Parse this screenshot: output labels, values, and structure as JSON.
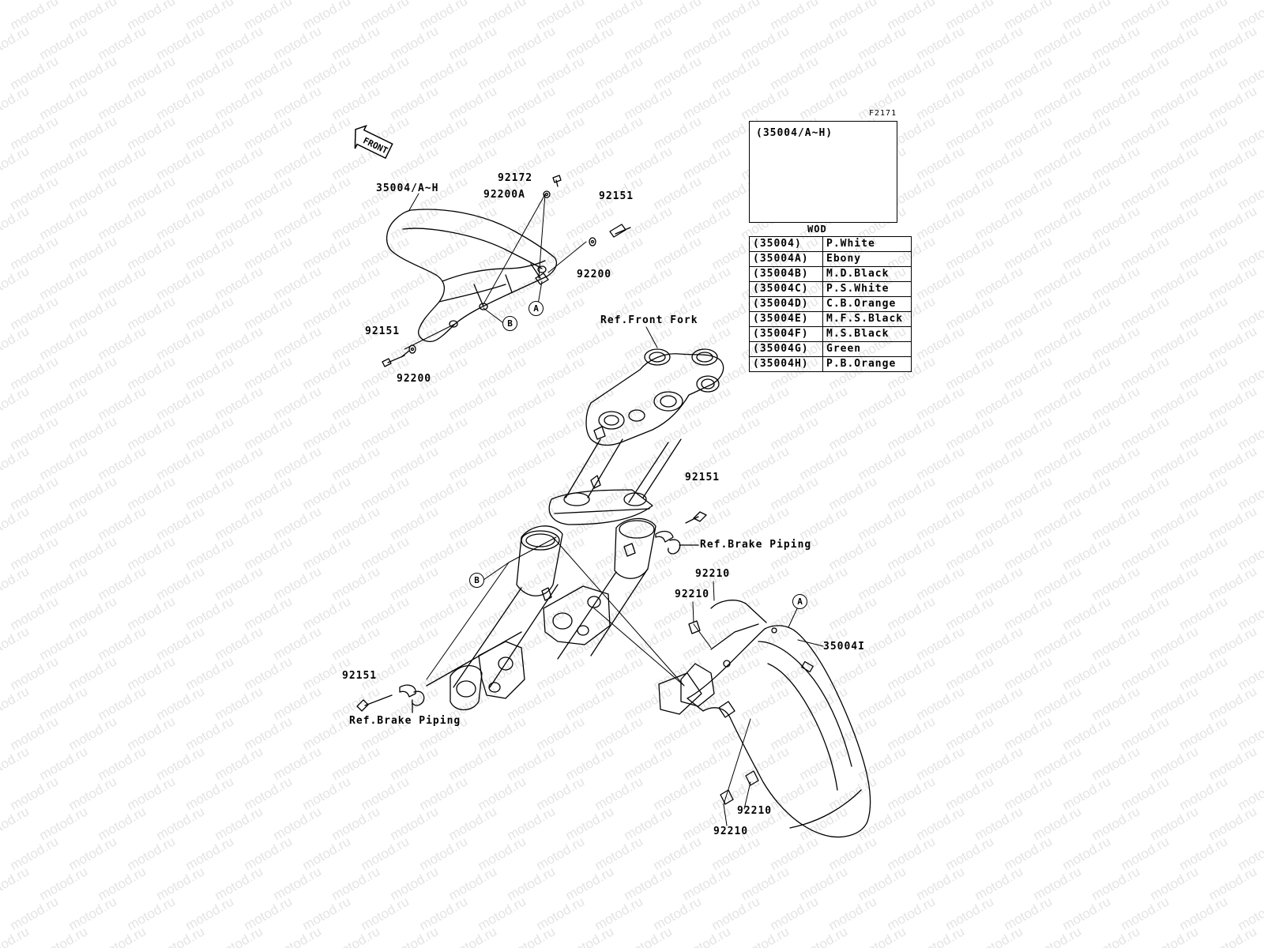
{
  "watermark_text": "motod.ru",
  "figure_code": "F2171",
  "front_label": "FRONT",
  "labels": {
    "part_35004_ah": "35004/A~H",
    "p92172": "92172",
    "p92200A": "92200A",
    "p92151_top": "92151",
    "p92200_top": "92200",
    "p92151_left": "92151",
    "p92200_left": "92200",
    "ref_front_fork": "Ref.Front Fork",
    "p92151_mid": "92151",
    "ref_brake_piping_right": "Ref.Brake Piping",
    "p92210_a": "92210",
    "p92210_b": "92210",
    "part_35004I": "35004I",
    "p92151_bottom": "92151",
    "ref_brake_piping_left": "Ref.Brake Piping",
    "p92210_c": "92210",
    "p92210_d": "92210"
  },
  "callouts": {
    "A_top": "A",
    "B_top": "B",
    "B_fork": "B",
    "A_fender": "A"
  },
  "inset": {
    "title": "(35004/A~H)",
    "caption": "WOD"
  },
  "color_table": [
    {
      "code": "(35004)",
      "name": "P.White"
    },
    {
      "code": "(35004A)",
      "name": "Ebony"
    },
    {
      "code": "(35004B)",
      "name": "M.D.Black"
    },
    {
      "code": "(35004C)",
      "name": "P.S.White"
    },
    {
      "code": "(35004D)",
      "name": "C.B.Orange"
    },
    {
      "code": "(35004E)",
      "name": "M.F.S.Black"
    },
    {
      "code": "(35004F)",
      "name": "M.S.Black"
    },
    {
      "code": "(35004G)",
      "name": "Green"
    },
    {
      "code": "(35004H)",
      "name": "P.B.Orange"
    }
  ]
}
